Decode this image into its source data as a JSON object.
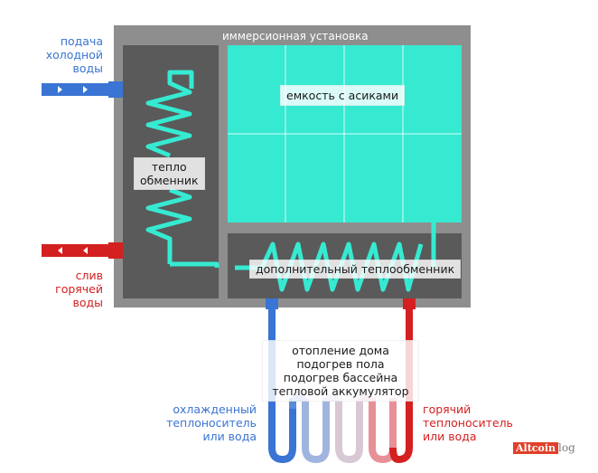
{
  "title": "иммерсионная установка",
  "inlet": {
    "label": [
      "подача",
      "холодной",
      "воды"
    ],
    "color": "#3a74d4"
  },
  "outlet": {
    "label": [
      "слив",
      "горячей",
      "воды"
    ],
    "color": "#d42020"
  },
  "tank": {
    "label": "емкость с асиками",
    "color": "#36ead2"
  },
  "heat_exchanger": {
    "label": [
      "тепло",
      "обменник"
    ]
  },
  "extra_exchanger": {
    "label": "дополнительный теплообменник"
  },
  "consumers": [
    "отопление дома",
    "подогрев пола",
    "подогрев бассейна",
    "тепловой аккумулятор"
  ],
  "cold_return": {
    "label": [
      "охлажденный",
      "теплоноситель",
      "или вода"
    ]
  },
  "hot_supply": {
    "label": [
      "горячий",
      "теплоноситель",
      "или вода"
    ]
  },
  "logo": {
    "brand": "Altcoin",
    "suffix": "log"
  },
  "colors": {
    "frame": "#8e8e8e",
    "chamber": "#5a5a5a",
    "coil": "#36ead2",
    "cold": "#3a74d4",
    "hot": "#d42020"
  }
}
